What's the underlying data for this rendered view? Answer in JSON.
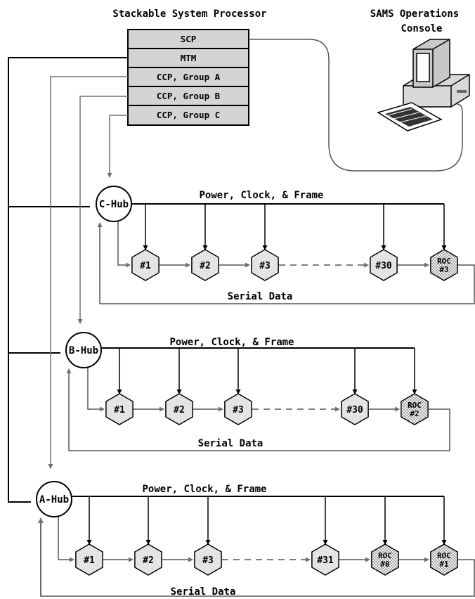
{
  "titles": {
    "processor": "Stackable System Processor",
    "console_line1": "SAMS Operations",
    "console_line2": "Console"
  },
  "stack": [
    "SCP",
    "MTM",
    "CCP, Group A",
    "CCP, Group B",
    "CCP, Group C"
  ],
  "hubs": [
    {
      "id": "c",
      "label": "C-Hub",
      "power_label": "Power, Clock, & Frame",
      "serial_label": "Serial Data",
      "nodes": [
        {
          "label": "#1",
          "roc": false
        },
        {
          "label": "#2",
          "roc": false
        },
        {
          "label": "#3",
          "roc": false
        },
        {
          "label": "#30",
          "roc": false
        },
        {
          "label": "ROC",
          "label2": "#3",
          "roc": true
        }
      ]
    },
    {
      "id": "b",
      "label": "B-Hub",
      "power_label": "Power, Clock, & Frame",
      "serial_label": "Serial Data",
      "nodes": [
        {
          "label": "#1",
          "roc": false
        },
        {
          "label": "#2",
          "roc": false
        },
        {
          "label": "#3",
          "roc": false
        },
        {
          "label": "#30",
          "roc": false
        },
        {
          "label": "ROC",
          "label2": "#2",
          "roc": true
        }
      ]
    },
    {
      "id": "a",
      "label": "A-Hub",
      "power_label": "Power, Clock, & Frame",
      "serial_label": "Serial Data",
      "nodes": [
        {
          "label": "#1",
          "roc": false
        },
        {
          "label": "#2",
          "roc": false
        },
        {
          "label": "#3",
          "roc": false
        },
        {
          "label": "#31",
          "roc": false
        },
        {
          "label": "ROC",
          "label2": "#0",
          "roc": true
        },
        {
          "label": "ROC",
          "label2": "#1",
          "roc": true
        }
      ]
    }
  ],
  "colors": {
    "box_fill": "#d4d4d4",
    "hex_fill": "#e4e4e4",
    "line": "#000000",
    "gray_line": "#808080"
  }
}
